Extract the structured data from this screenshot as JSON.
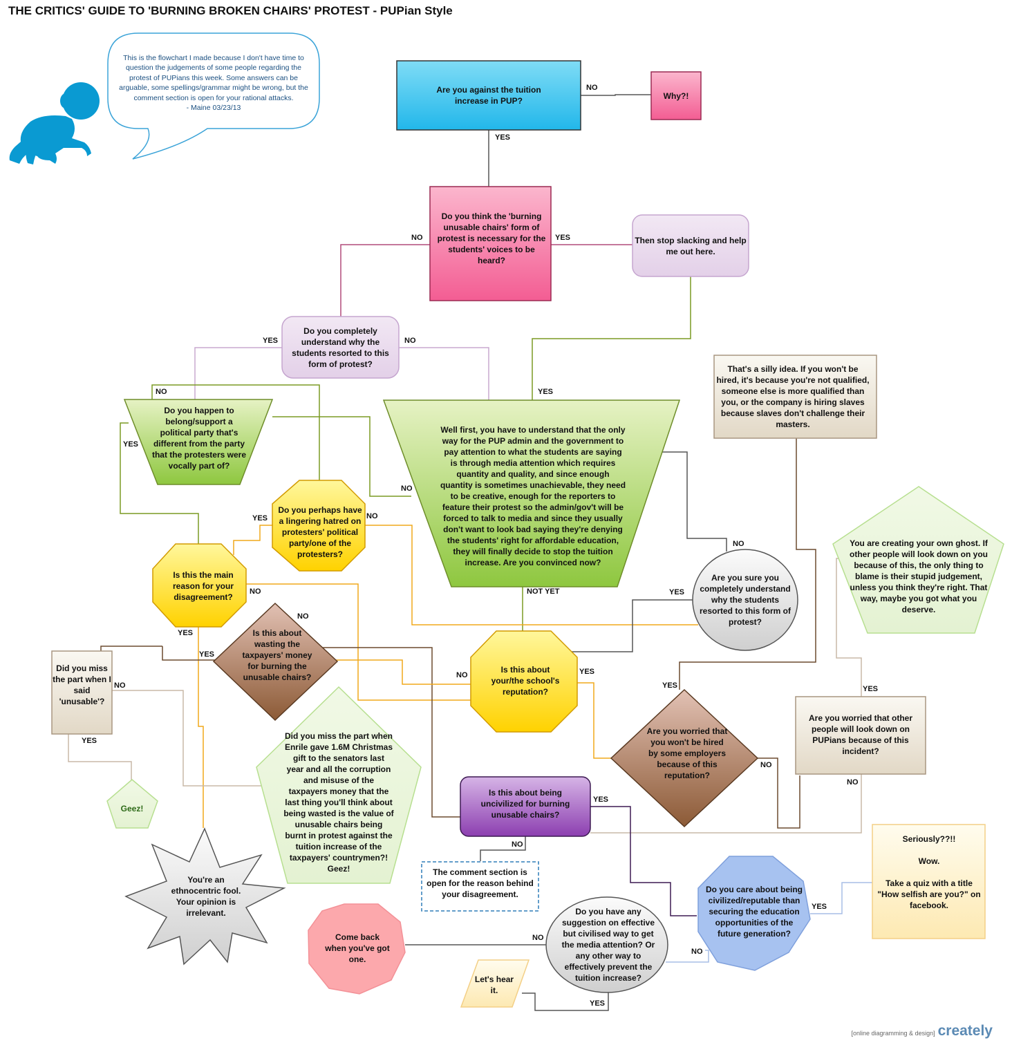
{
  "title": "THE CRITICS' GUIDE TO 'BURNING BROKEN CHAIRS' PROTEST - PUPian Style",
  "note": "This is the flowchart I made because I don't have time to question the judgements of some people regarding the protest of PUPians this week. Some answers can be arguable, some spellings/grammar might be wrong, but the comment section is open for your rational attacks.\n - Maine 03/23/13",
  "nodes": {
    "q_against": "Are you against the tuition increase in PUP?",
    "why": "Why?!",
    "q_necessary": "Do you think the 'burning unusable chairs' form of protest is necessary for the students' voices to be heard?",
    "stop_slacking": "Then stop slacking and help me out here.",
    "q_understand": "Do you completely understand why the students resorted to this form of protest?",
    "q_party": "Do you happen to belong/support a political party that's different from the party that the protesters were vocally part of?",
    "well_first": "Well first, you have to understand that the only way for the PUP admin and the government to pay attention to what the students are saying is through media attention which requires quantity and quality, and since enough quantity is sometimes unachievable, they need to be creative, enough for the reporters to feature their protest so the admin/gov't will be forced to talk to media and since they usually don't want to look bad saying they're denying the students' right for affordable education, they will finally decide to stop the tuition increase. Are you convinced now?",
    "silly_idea": "That's a silly idea. If you won't be hired, it's because you're not qualified, someone else is more qualified than you, or the company is hiring slaves because slaves don't challenge their masters.",
    "q_hatred": "Do you perhaps have a lingering hatred on protesters' political party/one of the protesters?",
    "q_main_reason": "Is this the main reason for your disagreement?",
    "q_sure": "Are you sure you completely understand why the students resorted to this form of protest?",
    "ghost": "You are creating your own ghost. If other people will look down on you because of this, the only thing to blame is their stupid judgement, unless you think they're right. That way, maybe you got what you deserve.",
    "q_taxpayers": "Is this about wasting the taxpayers' money for burning the unusable chairs?",
    "q_unusable": "Did you miss the part when I said 'unusable'?",
    "q_reputation": "Is this about your/the school's reputation?",
    "q_hired": "Are you worried that you won't be hired by some employers because of this reputation?",
    "q_worried": "Are you worried that other people will look down on PUPians because of this incident?",
    "enrile": "Did you miss the part when Enrile gave 1.6M Christmas gift to the senators last year and all the corruption and misuse of the taxpayers money that the last thing you'll think about being wasted is the value of unusable chairs being burnt in protest against the tuition increase of the taxpayers' countrymen?! Geez!",
    "geez": "Geez!",
    "q_uncivilized": "Is this about being uncivilized for burning unusable chairs?",
    "seriously": "Seriously??!!\n\nWow.\n\nTake a quiz with a title \"How selfish are you?\" on facebook.",
    "comment": "The comment section is open for the reason behind your disagreement.",
    "ethnocentric": "You're an ethnocentric fool. Your opinion is irrelevant.",
    "q_civilized": "Do you care about being civilized/reputable than securing the education opportunities of the future generation?",
    "come_back": "Come back when you've got one.",
    "q_suggestion": "Do you have any suggestion on effective but civilised way to get the media attention? Or any other way to effectively prevent the tuition increase?",
    "lets_hear": "Let's hear it."
  },
  "edge_labels": {
    "against_no": "NO",
    "against_yes": "YES",
    "necessary_no": "NO",
    "necessary_yes": "YES",
    "understand_yes": "YES",
    "understand_no": "NO",
    "party_no": "NO",
    "party_yes": "YES",
    "stop_yes": "YES",
    "well_no": "NO",
    "well_notyet": "NOT YET",
    "hatred_yes": "YES",
    "hatred_no": "NO",
    "main_no": "NO",
    "main_yes": "YES",
    "sure_no": "NO",
    "sure_yes": "YES",
    "tax_no": "NO",
    "tax_yes": "YES",
    "unusable_no": "NO",
    "unusable_yes": "YES",
    "rep_no": "NO",
    "rep_yes": "YES",
    "hired_yes": "YES",
    "hired_no": "NO",
    "worried_yes": "YES",
    "worried_no": "NO",
    "uncivil_yes": "YES",
    "uncivil_no": "NO",
    "civil_yes": "YES",
    "civil_no": "NO",
    "sugg_no": "NO",
    "sugg_yes": "YES"
  },
  "footer": {
    "tagline": "[online diagramming & design]",
    "brand": "creately"
  }
}
